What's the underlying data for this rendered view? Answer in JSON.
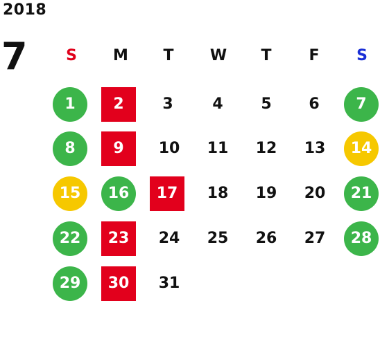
{
  "year": "2018",
  "month": "7",
  "weekdays": [
    "S",
    "M",
    "T",
    "W",
    "T",
    "F",
    "S"
  ],
  "colors": {
    "sunday_header": "#e0001b",
    "saturday_header": "#1a2fd6",
    "green_marker": "#3cb54a",
    "yellow_marker": "#f6c800",
    "red_marker": "#e2001c"
  },
  "weeks": [
    [
      {
        "day": "1",
        "style": "green"
      },
      {
        "day": "2",
        "style": "red"
      },
      {
        "day": "3",
        "style": "plain"
      },
      {
        "day": "4",
        "style": "plain"
      },
      {
        "day": "5",
        "style": "plain"
      },
      {
        "day": "6",
        "style": "plain"
      },
      {
        "day": "7",
        "style": "green"
      }
    ],
    [
      {
        "day": "8",
        "style": "green"
      },
      {
        "day": "9",
        "style": "red"
      },
      {
        "day": "10",
        "style": "plain"
      },
      {
        "day": "11",
        "style": "plain"
      },
      {
        "day": "12",
        "style": "plain"
      },
      {
        "day": "13",
        "style": "plain"
      },
      {
        "day": "14",
        "style": "yellow"
      }
    ],
    [
      {
        "day": "15",
        "style": "yellow"
      },
      {
        "day": "16",
        "style": "green"
      },
      {
        "day": "17",
        "style": "red"
      },
      {
        "day": "18",
        "style": "plain"
      },
      {
        "day": "19",
        "style": "plain"
      },
      {
        "day": "20",
        "style": "plain"
      },
      {
        "day": "21",
        "style": "green"
      }
    ],
    [
      {
        "day": "22",
        "style": "green"
      },
      {
        "day": "23",
        "style": "red"
      },
      {
        "day": "24",
        "style": "plain"
      },
      {
        "day": "25",
        "style": "plain"
      },
      {
        "day": "26",
        "style": "plain"
      },
      {
        "day": "27",
        "style": "plain"
      },
      {
        "day": "28",
        "style": "green"
      }
    ],
    [
      {
        "day": "29",
        "style": "green"
      },
      {
        "day": "30",
        "style": "red"
      },
      {
        "day": "31",
        "style": "plain"
      }
    ]
  ]
}
